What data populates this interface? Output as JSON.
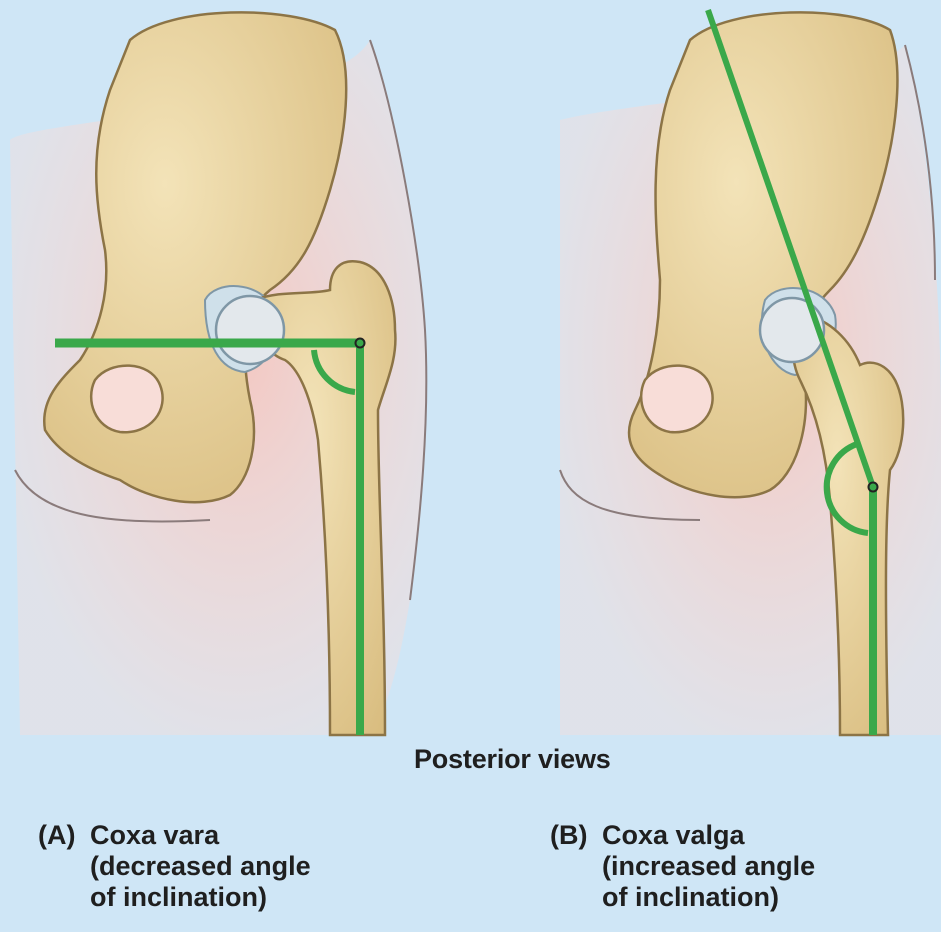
{
  "views_label": "Posterior views",
  "panels": [
    {
      "letter": "(A)",
      "title": "Coxa vara",
      "line2": "(decreased angle",
      "line3": "of inclination)"
    },
    {
      "letter": "(B)",
      "title": "Coxa valga",
      "line2": "(increased angle",
      "line3": "of inclination)"
    }
  ],
  "colors": {
    "background": "#cfe6f6",
    "skin": "#f6d2cc",
    "bone": "#e9d5a3",
    "bone_outline": "#8c7446",
    "cartilage": "#cfe0ea",
    "axis_line": "#3aa84a",
    "text": "#1f1f1f"
  }
}
